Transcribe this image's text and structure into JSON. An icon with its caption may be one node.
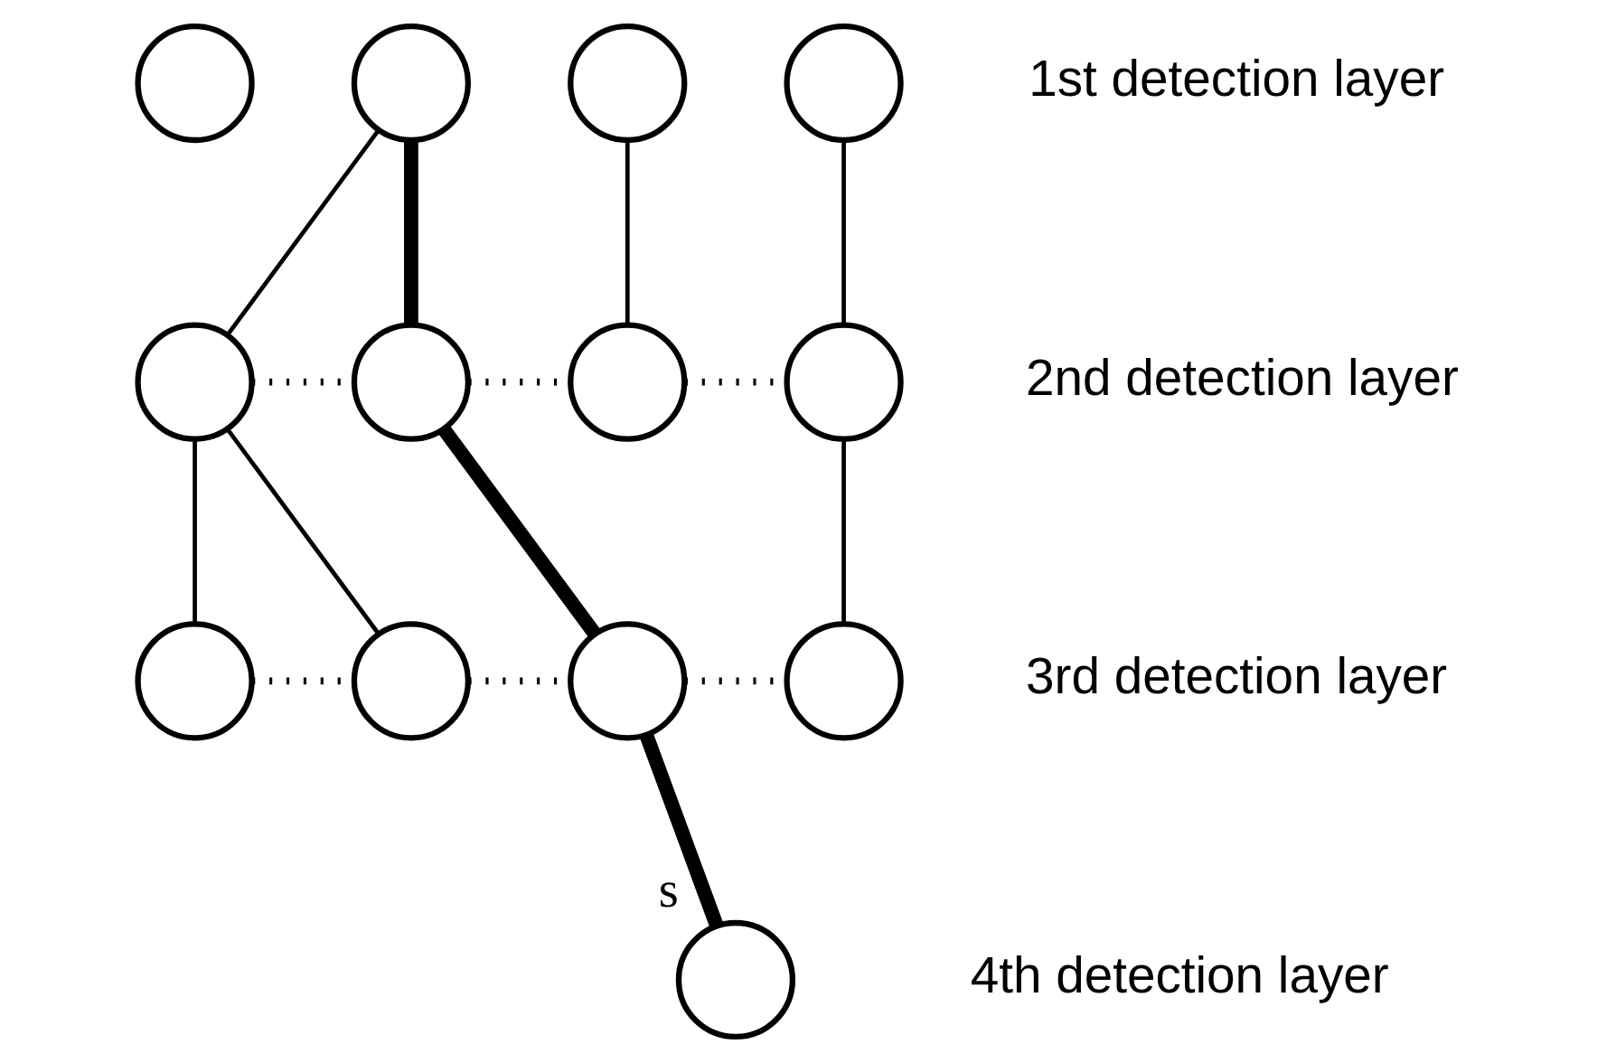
{
  "diagram": {
    "nodes": [
      {
        "text": [],
        "shape": "circle"
      },
      {
        "text": [],
        "shape": "circle"
      },
      {
        "text": [],
        "shape": "circle"
      },
      {
        "text": [],
        "shape": "circle"
      },
      {
        "text": [],
        "shape": "circle"
      },
      {
        "text": [],
        "shape": "circle"
      },
      {
        "text": [],
        "shape": "circle"
      },
      {
        "text": [],
        "shape": "circle"
      },
      {
        "text": [],
        "shape": "circle"
      },
      {
        "text": [],
        "shape": "circle"
      },
      {
        "text": [],
        "shape": "circle"
      },
      {
        "text": [],
        "shape": "circle"
      },
      {
        "text": [],
        "shape": "circle",
        "beside": [
          "s"
        ]
      }
    ],
    "edges": [
      {
        "from": 1,
        "to": 4,
        "arrow": "none"
      },
      {
        "from": 1,
        "to": 5,
        "arrow": "none",
        "style": "thick"
      },
      {
        "from": 2,
        "to": 6,
        "arrow": "none"
      },
      {
        "from": 3,
        "to": 7,
        "arrow": "none"
      },
      {
        "from": 4,
        "to": 5,
        "arrow": "none",
        "style": "dashed"
      },
      {
        "from": 5,
        "to": 6,
        "arrow": "none",
        "style": "dashed"
      },
      {
        "from": 6,
        "to": 7,
        "arrow": "none",
        "style": "dashed"
      },
      {
        "from": 4,
        "to": 8,
        "arrow": "none"
      },
      {
        "from": 4,
        "to": 9,
        "arrow": "none"
      },
      {
        "from": 5,
        "to": 10,
        "arrow": "none",
        "style": "thick"
      },
      {
        "from": 7,
        "to": 11,
        "arrow": "none"
      },
      {
        "from": 8,
        "to": 9,
        "arrow": "none",
        "style": "dashed"
      },
      {
        "from": 9,
        "to": 10,
        "arrow": "none",
        "style": "dashed"
      },
      {
        "from": 10,
        "to": 11,
        "arrow": "none",
        "style": "dashed"
      },
      {
        "from": 10,
        "to": 12,
        "arrow": "none",
        "style": "thick"
      }
    ],
    "labels": [
      "1st detection layer",
      "2nd detection layer",
      "3rd detection layer",
      "4th detection layer"
    ]
  }
}
